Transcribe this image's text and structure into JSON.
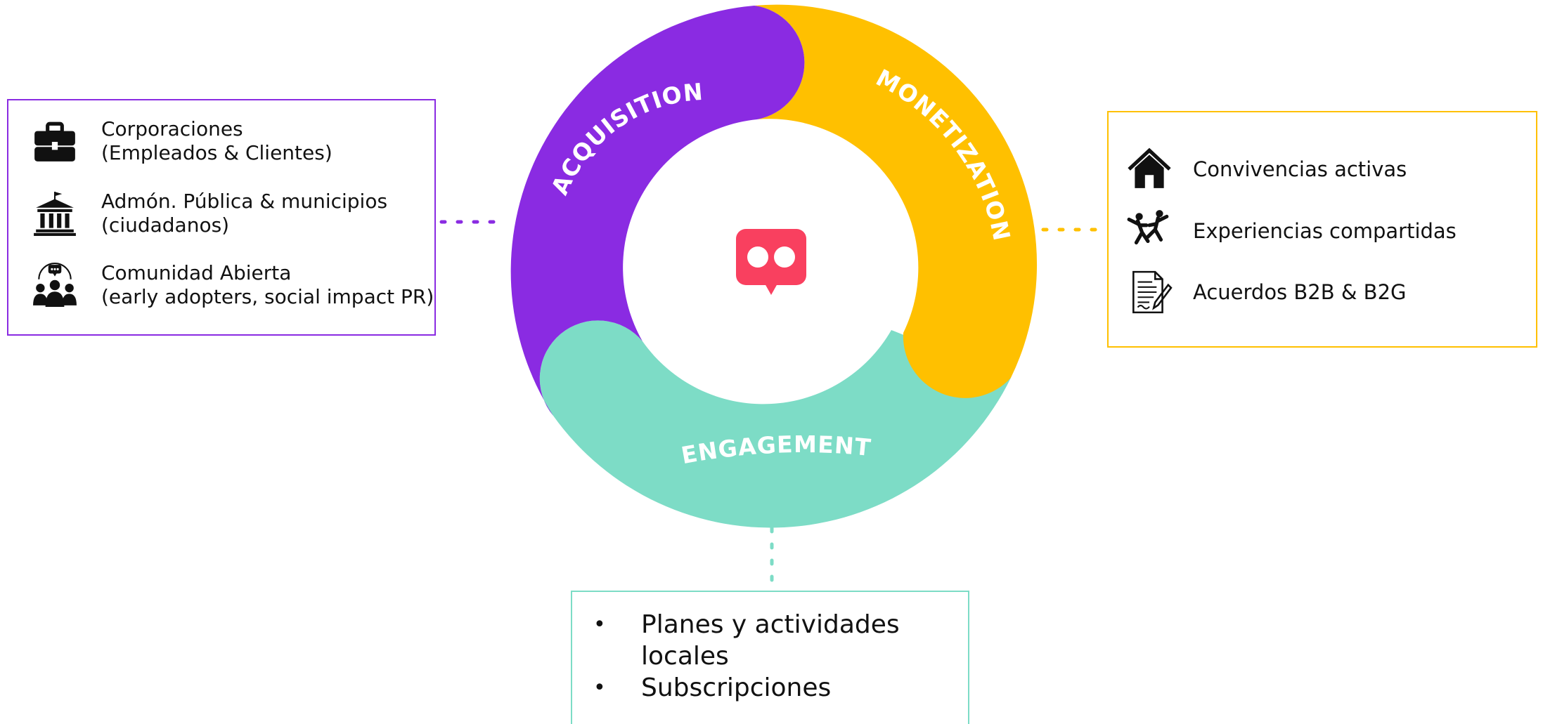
{
  "colors": {
    "acquisition": "#8a2be2",
    "monetization": "#ffc000",
    "engagement": "#7ddcc6",
    "logo": "#f9405f"
  },
  "cycle": {
    "segments": [
      {
        "id": "acquisition",
        "label": "ACQUISITION"
      },
      {
        "id": "monetization",
        "label": "MONETIZATION"
      },
      {
        "id": "engagement",
        "label": "ENGAGEMENT"
      }
    ],
    "center_icon": "chat-bubble-logo-icon"
  },
  "acquisition_box": {
    "items": [
      {
        "icon": "briefcase-icon",
        "line1": "Corporaciones",
        "line2": "(Empleados & Clientes)"
      },
      {
        "icon": "government-building-icon",
        "line1": "Admón. Pública & municipios",
        "line2": "(ciudadanos)"
      },
      {
        "icon": "community-group-icon",
        "line1": "Comunidad Abierta",
        "line2": "(early adopters, social impact PR)"
      }
    ]
  },
  "monetization_box": {
    "items": [
      {
        "icon": "house-icon",
        "label": "Convivencias activas"
      },
      {
        "icon": "people-dancing-icon",
        "label": "Experiencias compartidas"
      },
      {
        "icon": "contract-document-icon",
        "label": "Acuerdos B2B & B2G"
      }
    ]
  },
  "engagement_box": {
    "items": [
      "Planes y actividades",
      "locales",
      "Subscripciones"
    ]
  }
}
